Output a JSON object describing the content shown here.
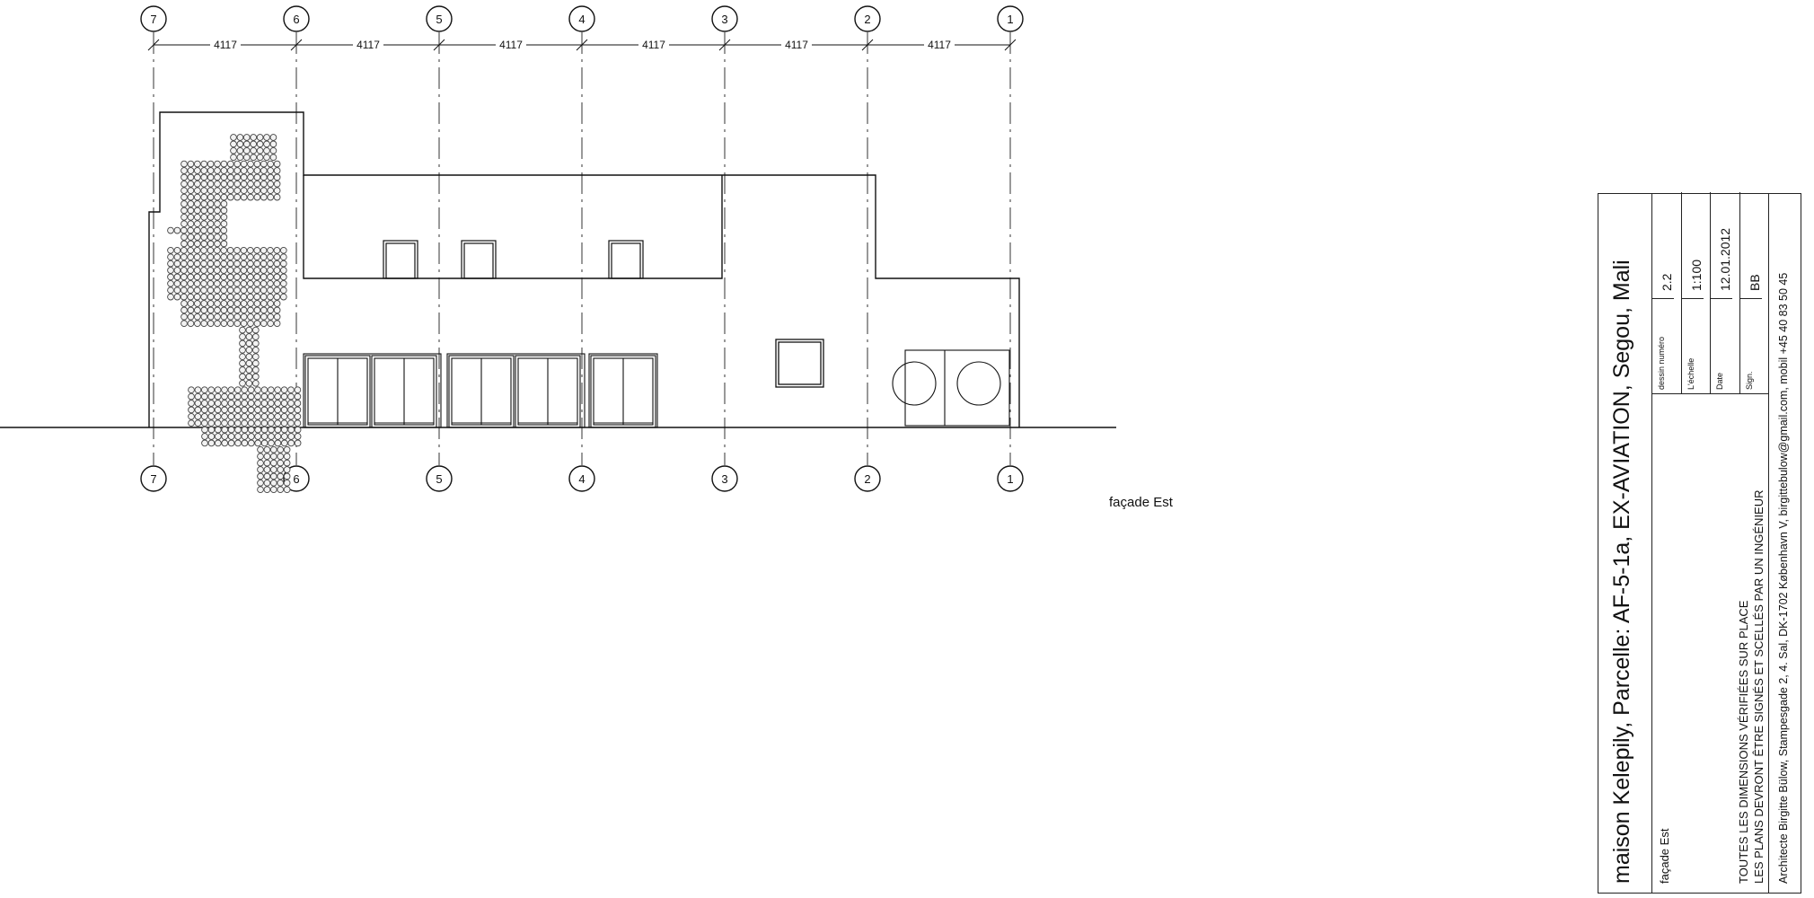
{
  "drawing": {
    "axis_labels": [
      "7",
      "6",
      "5",
      "4",
      "3",
      "2",
      "1"
    ],
    "dimensions": [
      "4117",
      "4117",
      "4117",
      "4117",
      "4117",
      "4117"
    ],
    "view_label": "façade Est"
  },
  "title_block": {
    "title": "maison Kelepily, Parcelle: AF-5-1a, EX-AVIATION, Segou, Mali",
    "view_name": "façade Est",
    "notes": [
      "TOUTES LES DIMENSIONS VÉRIFIÉES SUR PLACE",
      "LES PLANS DEVRONT ÊTRE SIGNÉS ET SCELLÉS PAR UN INGÉNIEUR"
    ],
    "info": [
      {
        "key": "dessin numéro",
        "value": "2.2"
      },
      {
        "key": "L'échelle",
        "value": "1:100"
      },
      {
        "key": "Date",
        "value": "12.01.2012"
      },
      {
        "key": "Sign.",
        "value": "BB"
      }
    ],
    "footer": "Architecte Birgitte Bülow, Stampesgade 2, 4. Sal, DK-1702 København V, birgittebulow@gmail.com, mobil +45 40 83 50 45"
  }
}
